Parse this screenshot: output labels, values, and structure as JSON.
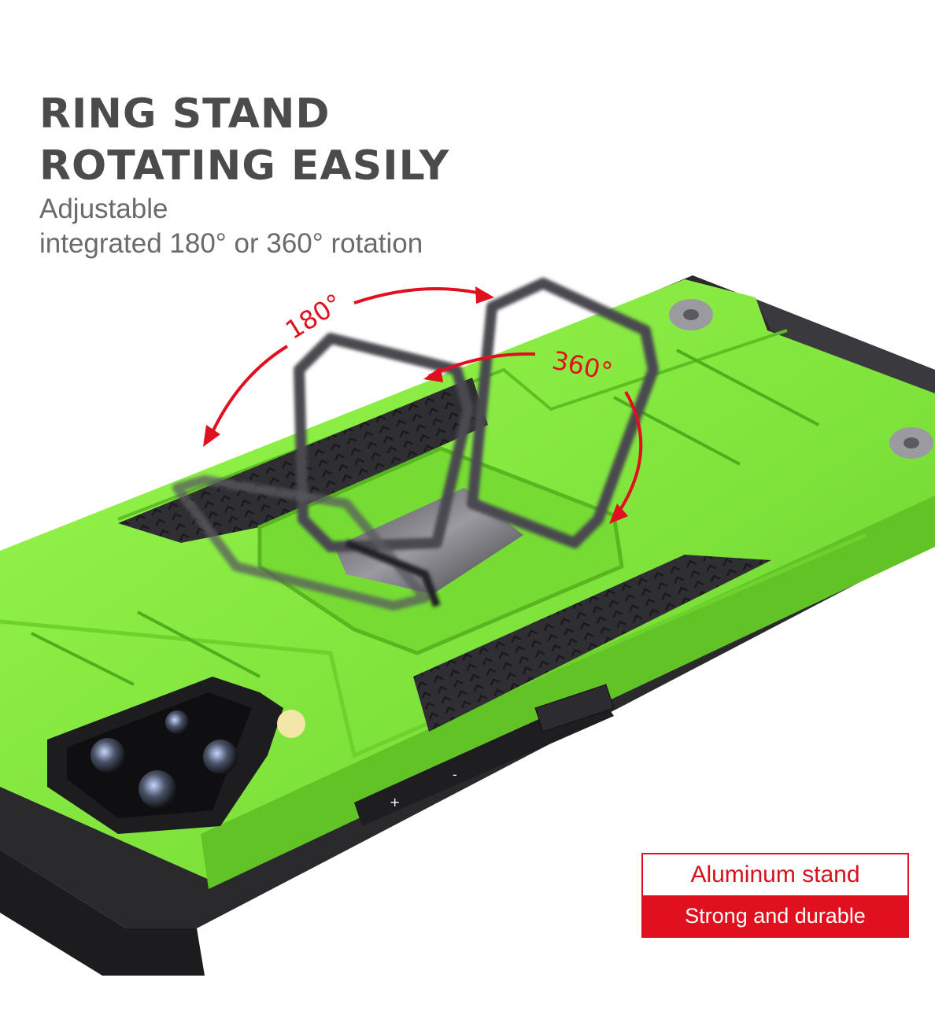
{
  "headline": {
    "line1": "RING STAND",
    "line2": "ROTATING EASILY"
  },
  "subheadline": {
    "line1": "Adjustable",
    "line2": "integrated 180° or 360° rotation"
  },
  "annotations": {
    "rotation_small": "180°",
    "rotation_large": "360°"
  },
  "badge": {
    "top_text": "Aluminum stand",
    "bottom_text": "Strong and durable"
  },
  "colors": {
    "case_green": "#7fe83a",
    "case_black": "#2a2a2c",
    "arrow_red": "#e01020",
    "heading_gray": "#4b4b4b"
  }
}
